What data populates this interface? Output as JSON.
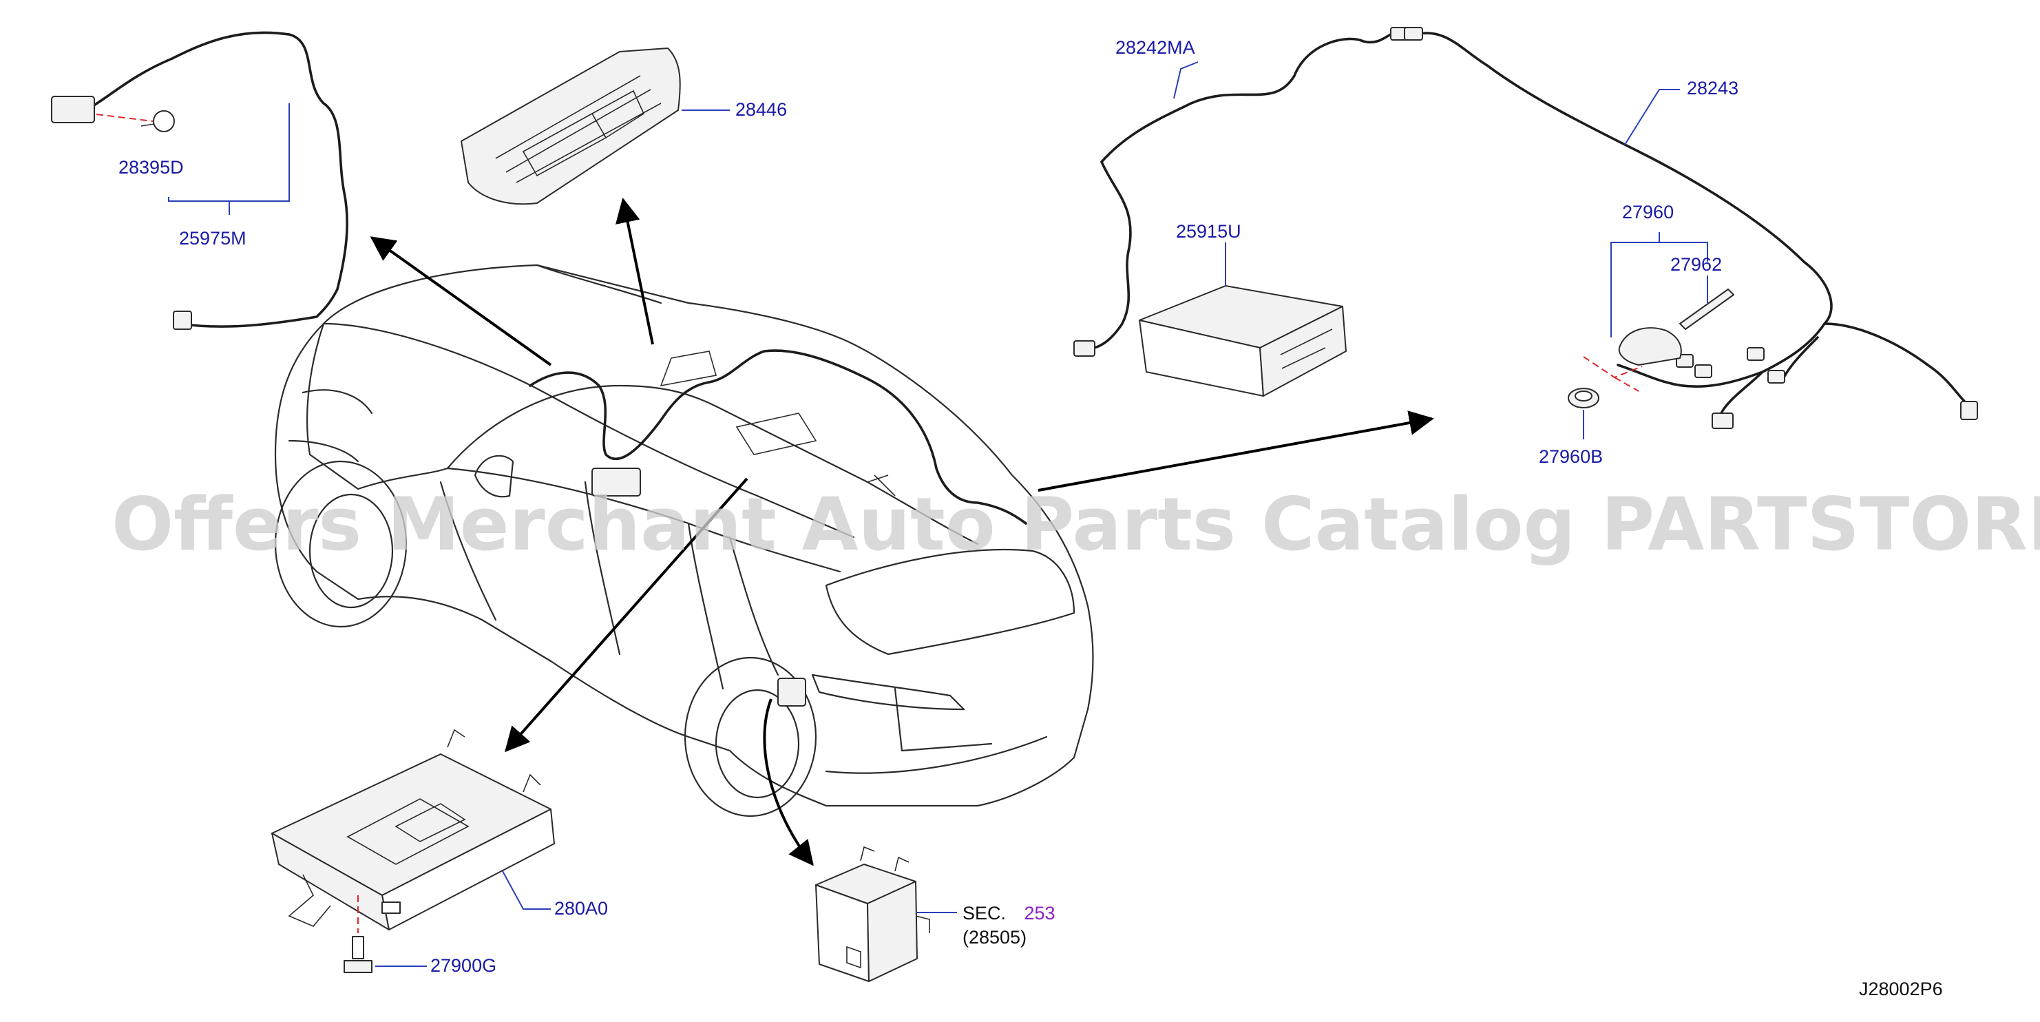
{
  "watermark": "Offers Merchant Auto Parts Catalog PARTSTORE.SA",
  "diagram_code": "J28002P6",
  "labels": {
    "p28395D": "28395D",
    "p25975M": "25975M",
    "p28446": "28446",
    "p28242MA": "28242MA",
    "p28243": "28243",
    "p25915U": "25915U",
    "p27960": "27960",
    "p27962": "27962",
    "p27960B": "27960B",
    "p280A0": "280A0",
    "p27900G": "27900G",
    "sec_prefix": "SEC.",
    "sec_number": "253",
    "sec_ref": "(28505)"
  },
  "colors": {
    "label": "#1a1aa8",
    "leader": "#2a3fb8",
    "dashed_link": "#e2262a",
    "section_number": "#8a22c8",
    "watermark": "#cfcfcf",
    "linework": "#2b2b2b"
  }
}
